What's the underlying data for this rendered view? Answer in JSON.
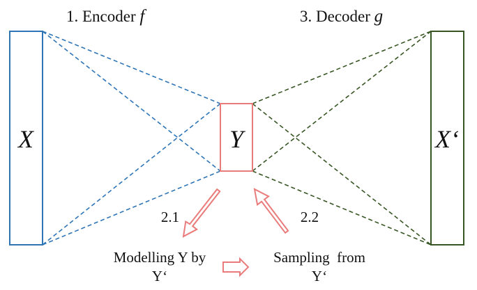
{
  "encoder": {
    "label": "1. Encoder ",
    "symbol": "f",
    "color": "#2e75b6"
  },
  "decoder": {
    "label": "3. Decoder ",
    "symbol": "g",
    "color": "#375623"
  },
  "nodes": {
    "input": {
      "label": "X",
      "color": "#2e75b6"
    },
    "latent": {
      "label": "Y",
      "color": "#ea7b7b"
    },
    "output": {
      "label": "X‘",
      "color": "#375623"
    }
  },
  "steps": {
    "modelling": {
      "number": "2.1",
      "line1": "Modelling Y by",
      "line2": "Y‘"
    },
    "sampling": {
      "number": "2.2",
      "line1": "Sampling  from",
      "line2": "Y‘"
    }
  },
  "arrow_color": "#ea7b7b"
}
